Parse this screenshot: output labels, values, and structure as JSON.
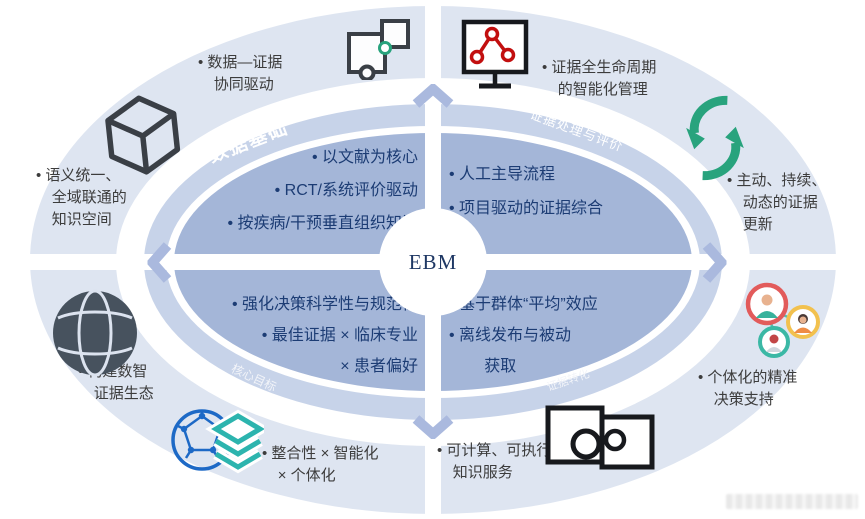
{
  "center": {
    "label": "EBM"
  },
  "ring_labels": {
    "top_left": "数据基础",
    "top_right": "证据处理与评价",
    "bottom_left": "核心目标",
    "bottom_right": "证据转化"
  },
  "inner_quadrants": {
    "top_left": {
      "lines": [
        "• 以文献为核心",
        "• RCT/系统评价驱动",
        "• 按疾病/干预垂直组织知识"
      ]
    },
    "top_right": {
      "lines": [
        "• 人工主导流程",
        "• 项目驱动的证据综合"
      ]
    },
    "bottom_left": {
      "lines": [
        "• 强化决策科学性与规范性",
        "• 最佳证据 × 临床专业",
        "× 患者偏好"
      ]
    },
    "bottom_right": {
      "lines": [
        "• 基于群体“平均”效应",
        "• 离线发布与被动",
        "获取"
      ]
    }
  },
  "outer_items": {
    "top_left": {
      "icon": "puzzle-icon",
      "lines": [
        "• 数据—证据",
        "协同驱动"
      ]
    },
    "top_right": {
      "icon": "monitor-network-icon",
      "lines": [
        "• 证据全生命周期",
        "的智能化管理"
      ]
    },
    "left": {
      "icon": "cube-icon",
      "lines": [
        "• 语义统一、",
        "全域联通的",
        "知识空间"
      ]
    },
    "right": {
      "icon": "sync-arrows-icon",
      "lines": [
        "• 主动、持续、",
        "动态的证据",
        "更新"
      ]
    },
    "bottom_left_outer": {
      "icon": "globe-icon",
      "lines": [
        "• 构建数智",
        "证据生态"
      ]
    },
    "bottom_right_outer": {
      "icon": "people-avatars-icon",
      "lines": [
        "• 个体化的精准",
        "决策支持"
      ]
    },
    "bottom_left_inner": {
      "icon": "globe-layers-icon",
      "lines": [
        "• 整合性 × 智能化",
        "× 个体化"
      ]
    },
    "bottom_right_inner": {
      "icon": "overlapping-squares-icon",
      "lines": [
        "• 可计算、可执行的",
        "知识服务"
      ]
    }
  },
  "colors": {
    "outer_ring": "#dee5f1",
    "label_ring": "#c7d3e9",
    "inner_ring": "#a4b6d8",
    "chevron": "#aab9de",
    "inner_text": "#1c3c74",
    "outer_text": "#3c3c3c",
    "ebm_text": "#1f3864",
    "accent_green": "#28a37d",
    "accent_red": "#c20f0f"
  }
}
